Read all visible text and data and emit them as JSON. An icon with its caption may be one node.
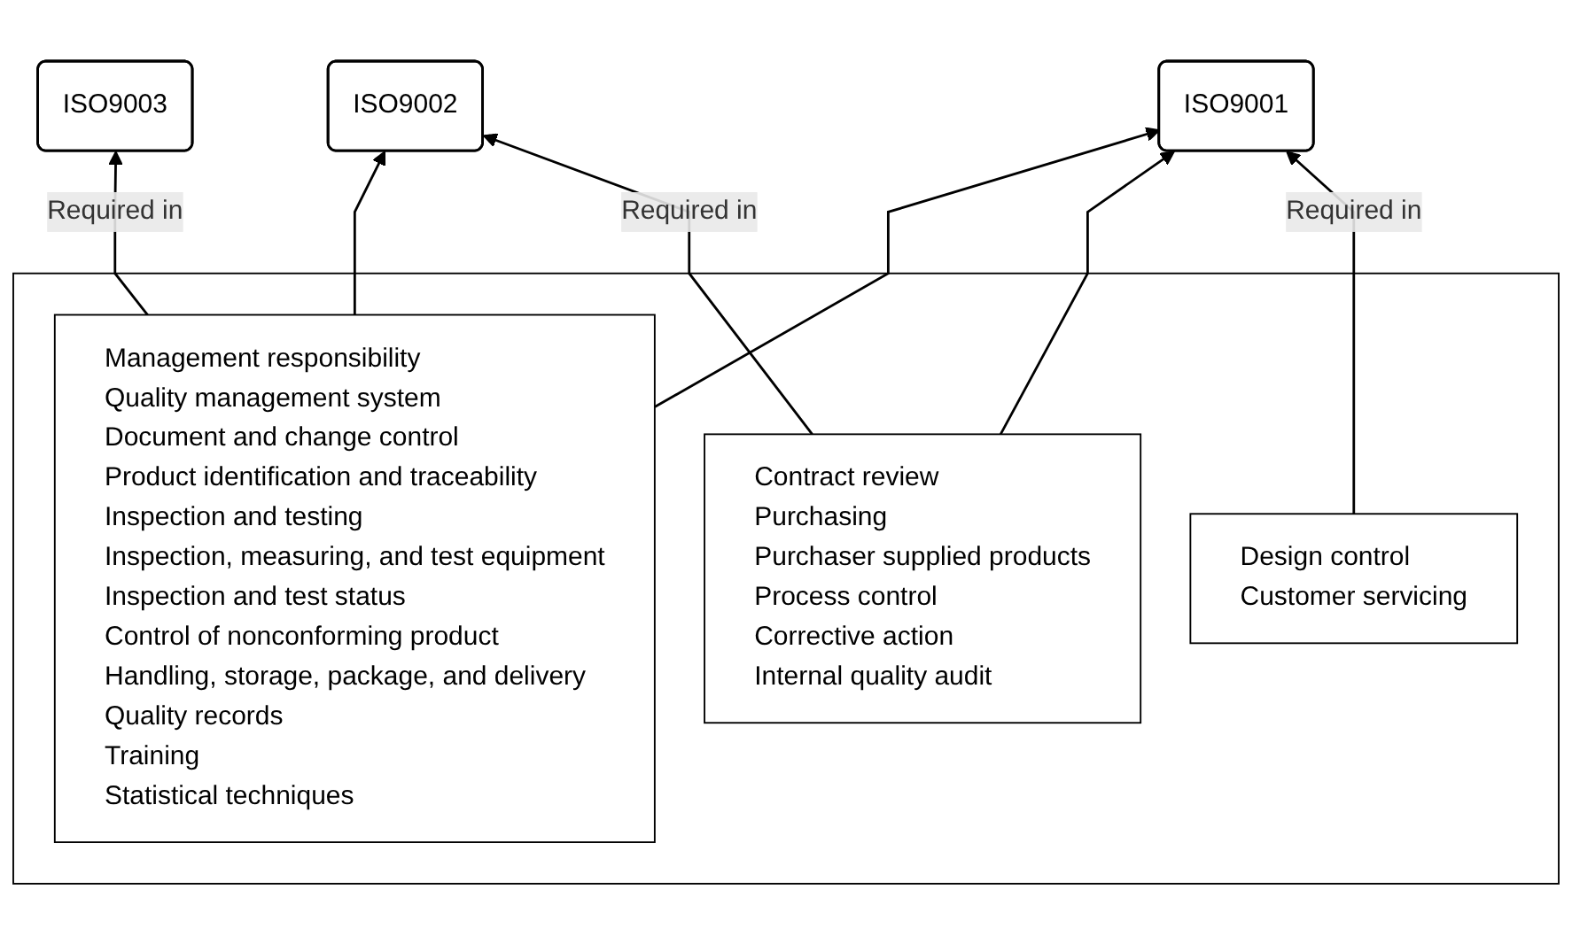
{
  "diagram": {
    "nodes": [
      {
        "text": [
          "ISO9003"
        ]
      },
      {
        "text": [
          "ISO9002"
        ]
      },
      {
        "text": [
          "ISO9001"
        ]
      },
      {
        "text": [],
        "shape": "box"
      },
      {
        "text": [
          "Management responsibility",
          "Quality management system",
          "Document and change control",
          "Product identification and traceability",
          "Inspection and testing",
          "Inspection, measuring, and test equipment",
          "Inspection and test status",
          "Control of nonconforming product",
          "Handling, storage, package, and delivery",
          "Quality records",
          "Training",
          "Statistical techniques"
        ],
        "in": 3
      },
      {
        "text": [
          "Contract review",
          "Purchasing",
          "Purchaser supplied products",
          "Process control",
          "Corrective action",
          "Internal quality audit"
        ],
        "in": 3
      },
      {
        "text": [
          "Design control",
          "Customer servicing"
        ],
        "in": 3
      }
    ],
    "edges": [
      {
        "from": 4,
        "to": 0,
        "arrow": "to",
        "label": "Required in"
      },
      {
        "from": 4,
        "to": 1,
        "arrow": "to"
      },
      {
        "from": 4,
        "to": 2,
        "arrow": "to"
      },
      {
        "from": 5,
        "to": 1,
        "arrow": "to",
        "label": "Required in"
      },
      {
        "from": 5,
        "to": 2,
        "arrow": "to"
      },
      {
        "from": 6,
        "to": 2,
        "arrow": "to",
        "label": "Required in"
      }
    ]
  }
}
